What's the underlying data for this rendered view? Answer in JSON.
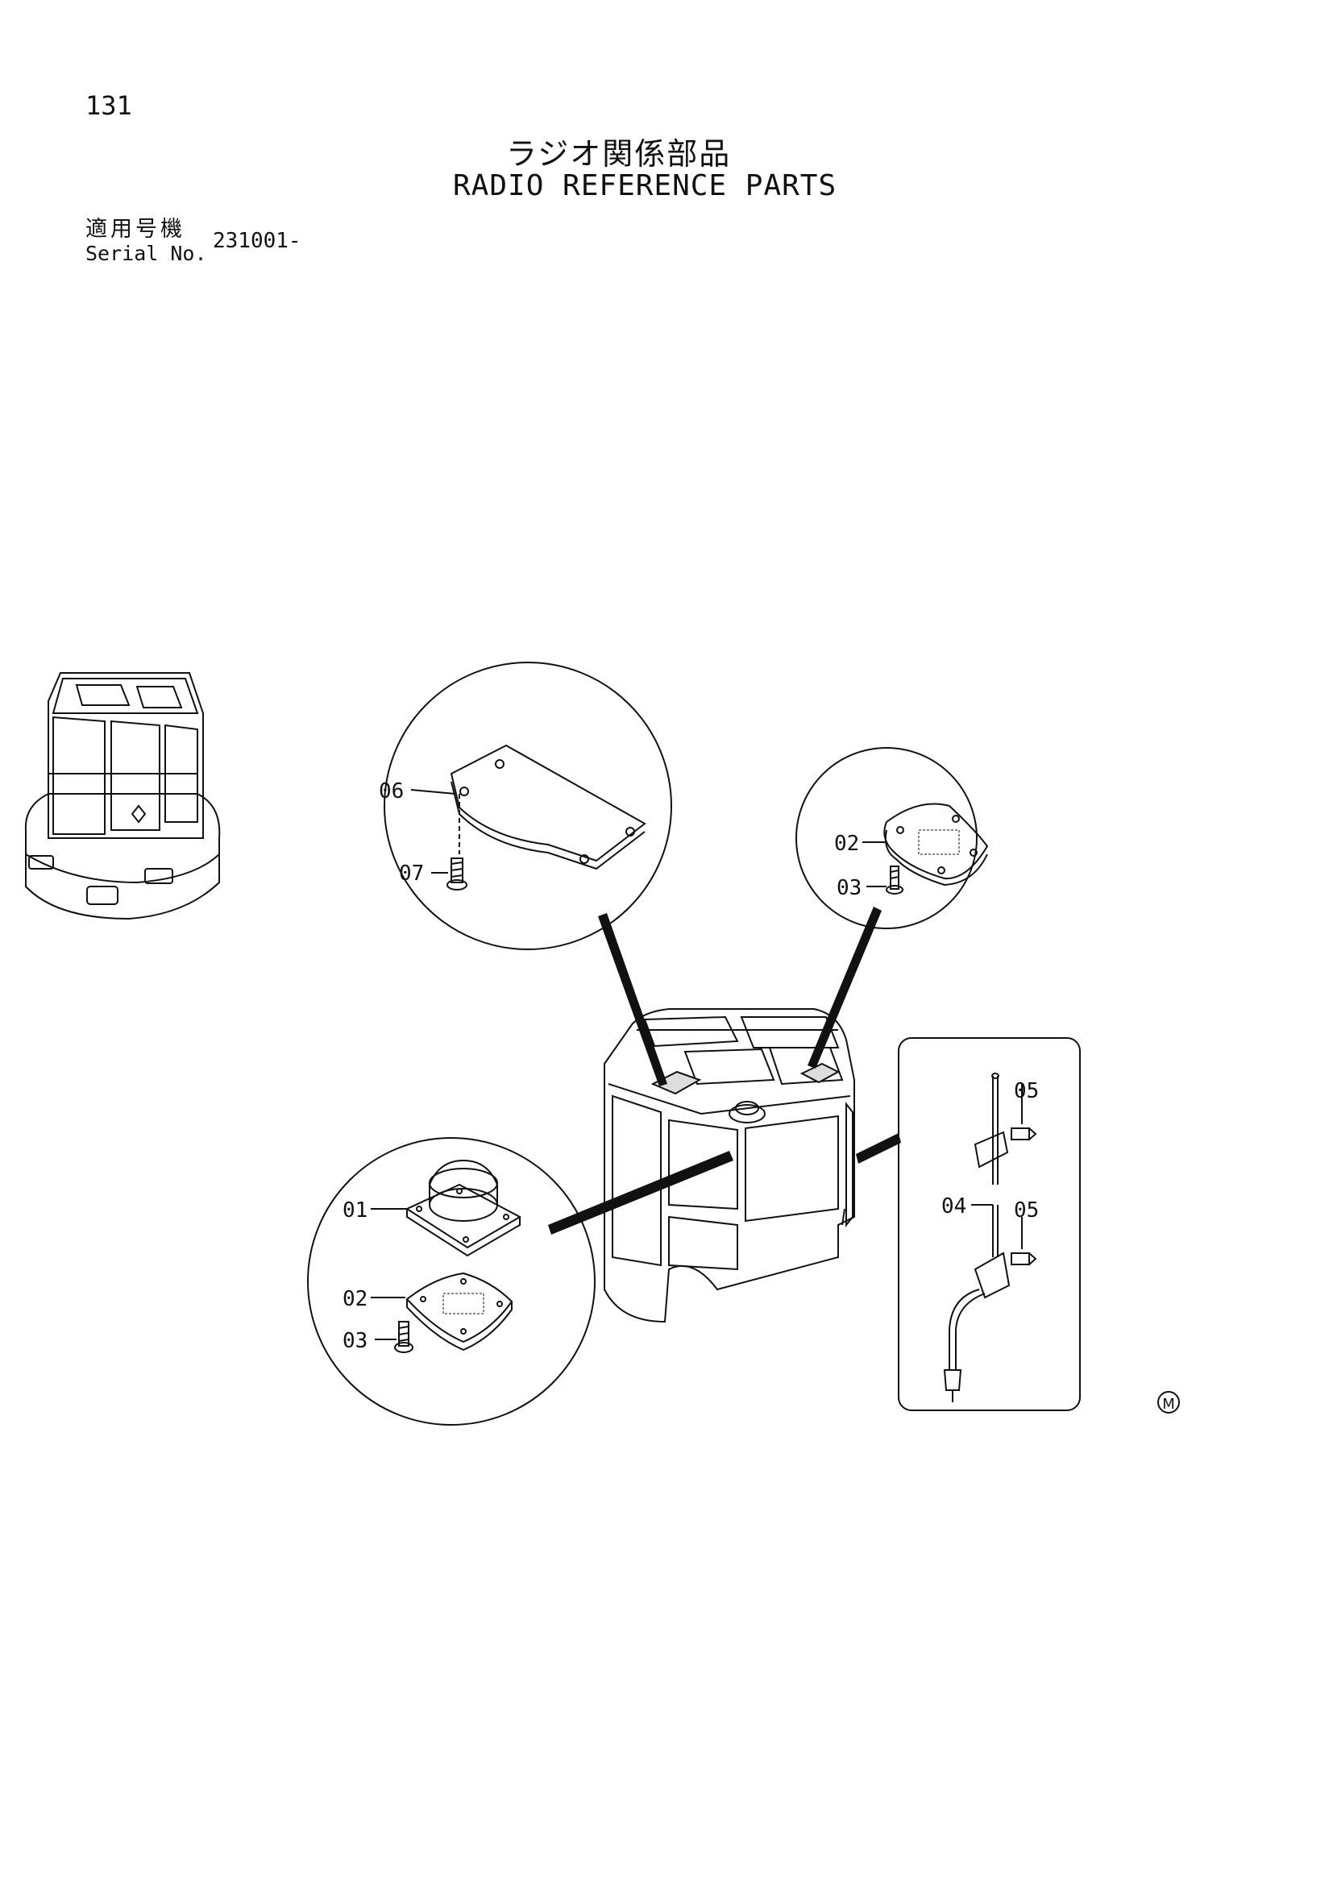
{
  "page": {
    "number": "131",
    "title_ja": "ラジオ関係部品",
    "title_en": "RADIO REFERENCE PARTS",
    "serial_label_ja": "適用号機",
    "serial_label_en": "Serial No.",
    "serial_value": "231001-"
  },
  "callouts": {
    "p06": "06",
    "p07": "07",
    "p02_top": "02",
    "p03_top": "03",
    "p01": "01",
    "p02_bottom": "02",
    "p03_bottom": "03",
    "p05_top": "05",
    "p04": "04",
    "p05_bottom": "05"
  },
  "mark": "M"
}
